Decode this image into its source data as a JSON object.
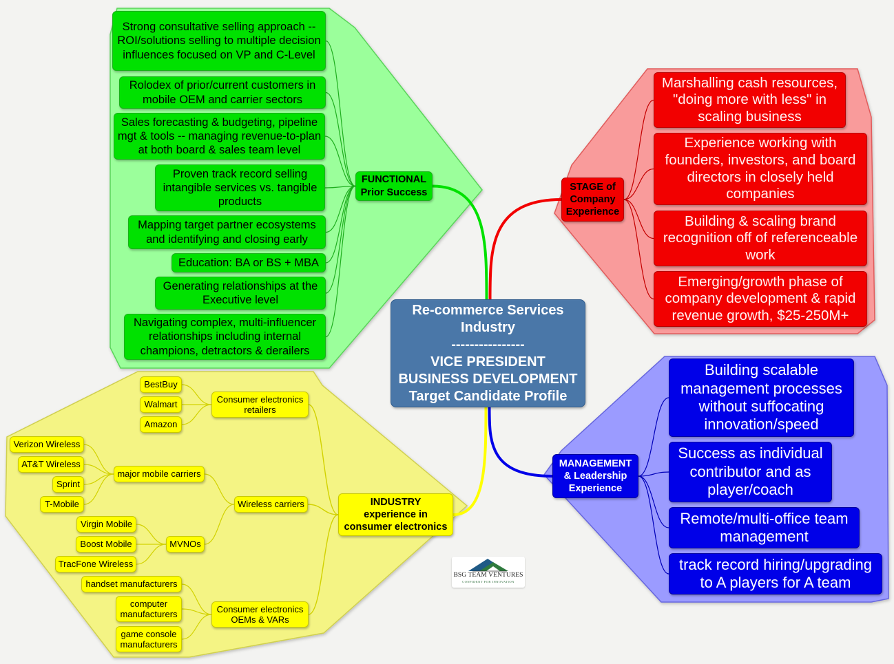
{
  "central": {
    "lines": [
      "Re-commerce Services",
      "Industry",
      "----------------",
      "VICE PRESIDENT",
      "BUSINESS DEVELOPMENT",
      "Target Candidate Profile"
    ]
  },
  "functional": {
    "hub": [
      "FUNCTIONAL",
      "Prior Success"
    ],
    "color": "#00e100",
    "items": [
      "Strong consultative selling approach -- ROI/solutions selling to multiple decision influences focused on VP and C-Level",
      "Rolodex of prior/current customers in mobile OEM and carrier sectors",
      "Sales forecasting & budgeting, pipeline mgt & tools -- managing revenue-to-plan at both board & sales team level",
      "Proven track record selling intangible services vs. tangible products",
      "Mapping target partner ecosystems and identifying and closing early",
      "Education: BA or BS + MBA",
      "Generating relationships at the Executive level",
      "Navigating complex, multi-influencer relationships including internal champions, detractors & derailers"
    ]
  },
  "stage": {
    "hub": [
      "STAGE of",
      "Company",
      "Experience"
    ],
    "color": "#f20000",
    "items": [
      "Marshalling cash resources, \"doing more with less\" in scaling business",
      "Experience working with founders,  investors, and board directors  in closely held companies",
      "Building & scaling brand recognition off of referenceable work",
      "Emerging/growth phase of company development & rapid revenue growth, $25-250M+"
    ]
  },
  "management": {
    "hub": [
      "MANAGEMENT",
      "& Leadership",
      "Experience"
    ],
    "color": "#0000e8",
    "items": [
      "Building scalable management processes without suffocating innovation/speed",
      "Success as individual contributor and as player/coach",
      "Remote/multi-office team management",
      "track record hiring/upgrading to A players for A team"
    ]
  },
  "industry": {
    "hub": [
      "INDUSTRY",
      "experience in",
      "consumer electronics"
    ],
    "color": "#ffff00",
    "retailers": {
      "label": "Consumer electronics retailers",
      "items": [
        "BestBuy",
        "Walmart",
        "Amazon"
      ]
    },
    "wireless": {
      "label": "Wireless carriers",
      "major": {
        "label": "major mobile carriers",
        "items": [
          "Verizon Wireless",
          "AT&T Wireless",
          "Sprint",
          "T-Mobile"
        ]
      },
      "mvno": {
        "label": "MVNOs",
        "items": [
          "Virgin Mobile",
          "Boost Mobile",
          "TracFone Wireless"
        ]
      }
    },
    "oems": {
      "label": "Consumer electronics OEMs & VARs",
      "items": [
        "handset manufacturers",
        "computer manufacturers",
        "game console manufacturers"
      ]
    }
  },
  "logo": {
    "name": "BSG TEAM VENTURES",
    "tagline": "CONFIDENT FOR INNOVATION"
  }
}
